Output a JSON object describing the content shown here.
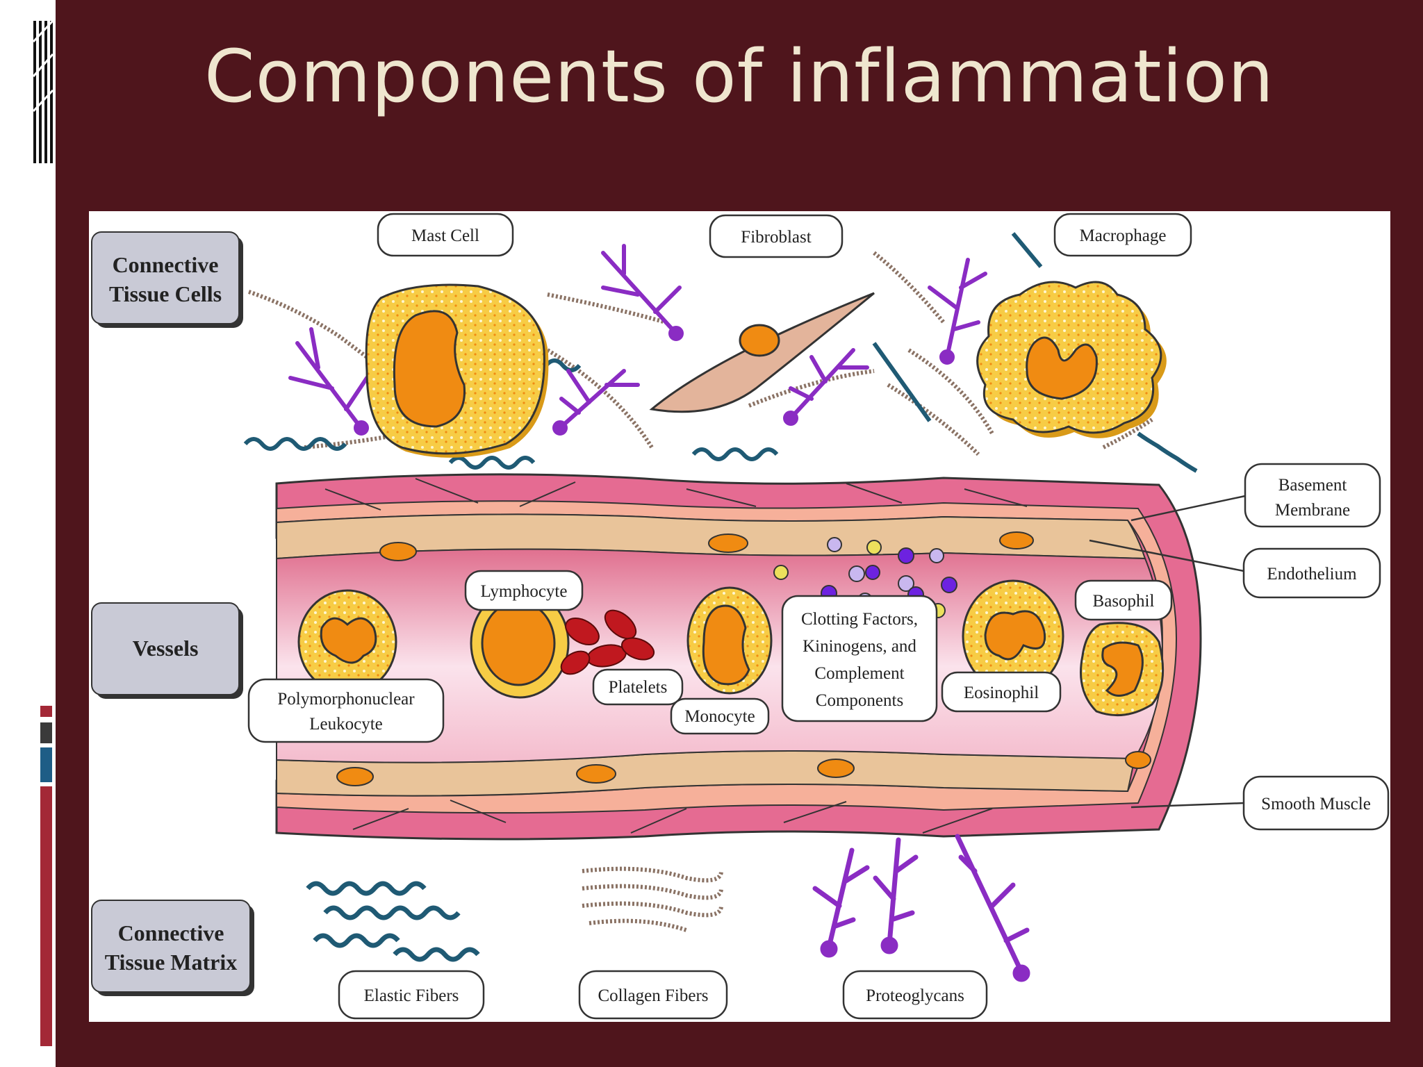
{
  "slide": {
    "title": "Components of inflammation",
    "colors": {
      "background": "#4f151c",
      "title_text": "#efe6cf",
      "accent_red": "#a32836",
      "accent_blue": "#1e5d86"
    }
  },
  "diagram": {
    "groups": {
      "connective_tissue_cells": [
        "Connective",
        "Tissue Cells"
      ],
      "vessels": "Vessels",
      "connective_tissue_matrix": [
        "Connective",
        "Tissue Matrix"
      ]
    },
    "labels": {
      "mast_cell": "Mast Cell",
      "fibroblast": "Fibroblast",
      "macrophage": "Macrophage",
      "basement_membrane": [
        "Basement",
        "Membrane"
      ],
      "endothelium": "Endothelium",
      "smooth_muscle": "Smooth Muscle",
      "lymphocyte": "Lymphocyte",
      "basophil": "Basophil",
      "platelets": "Platelets",
      "monocyte": "Monocyte",
      "eosinophil": "Eosinophil",
      "pmn": [
        "Polymorphonuclear",
        "Leukocyte"
      ],
      "clotting": [
        "Clotting Factors,",
        "Kininogens, and",
        "Complement",
        "Components"
      ],
      "elastic_fibers": "Elastic Fibers",
      "collagen_fibers": "Collagen Fibers",
      "proteoglycans": "Proteoglycans"
    }
  }
}
